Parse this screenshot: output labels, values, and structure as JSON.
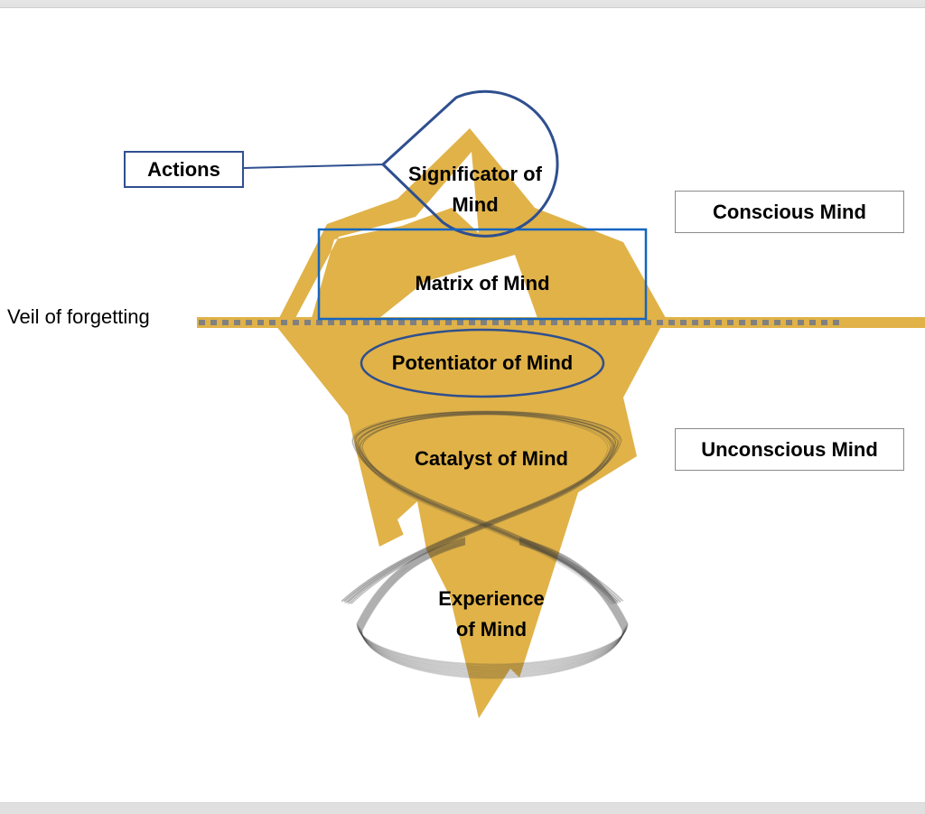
{
  "diagram": {
    "title_labels": {
      "actions": "Actions",
      "conscious": "Conscious Mind",
      "unconscious": "Unconscious Mind",
      "veil": "Veil of forgetting"
    },
    "nodes": [
      {
        "id": "significator",
        "line1": "Significator of",
        "line2": "Mind",
        "shape": "teardrop-outline"
      },
      {
        "id": "matrix",
        "label": "Matrix of Mind",
        "shape": "rectangle-outline"
      },
      {
        "id": "potentiator",
        "label": "Potentiator of Mind",
        "shape": "ellipse-outline"
      },
      {
        "id": "catalyst",
        "label": "Catalyst of Mind",
        "shape": "vortex-upper"
      },
      {
        "id": "experience",
        "line1": "Experience",
        "line2": "of Mind",
        "shape": "vortex-lower"
      }
    ],
    "colors": {
      "iceberg_gold": "#e0b248",
      "outline_navy": "#2f4f8f",
      "outline_blue": "#1565c0",
      "veil_dash": "#808080",
      "box_border_gray": "#8a8a8a"
    }
  }
}
